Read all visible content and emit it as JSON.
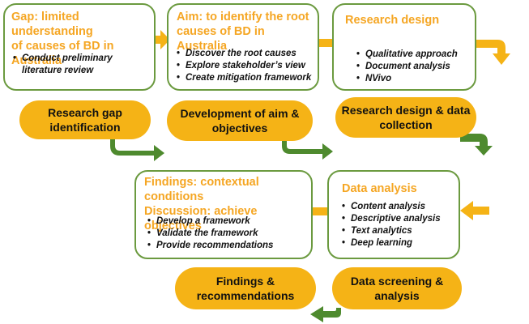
{
  "boxes": {
    "gap": {
      "title": [
        "Gap: limited understanding",
        "of causes of BD in Australia"
      ],
      "items": [
        "Conduct preliminary",
        "literature review"
      ]
    },
    "aim": {
      "title": [
        "Aim: to identify the root",
        "causes of BD in Australia"
      ],
      "items": [
        "Discover the root causes",
        "Explore stakeholder’s view",
        "Create mitigation framework"
      ]
    },
    "design": {
      "title": [
        "Research design"
      ],
      "items": [
        "Qualitative approach",
        "Document analysis",
        "NVivo"
      ]
    },
    "findings": {
      "title": [
        "Findings: contextual conditions",
        "Discussion: achieve objectives"
      ],
      "items": [
        "Develop a framework",
        "Validate the framework",
        "Provide recommendations"
      ]
    },
    "analysis": {
      "title": [
        "Data analysis"
      ],
      "items": [
        "Content analysis",
        "Descriptive analysis",
        "Text analytics",
        "Deep learning"
      ]
    }
  },
  "stages": {
    "gap_identification": [
      "Research gap",
      "identification"
    ],
    "aim_objectives": [
      "Development of aim &",
      "objectives"
    ],
    "design_collection": [
      "Research design & data",
      "collection"
    ],
    "findings_recommendations": [
      "Findings &",
      "recommendations"
    ],
    "screening_analysis": [
      "Data screening &",
      "analysis"
    ]
  },
  "colors": {
    "accent": "#f5a623",
    "stage_fill": "#f5b316",
    "border": "#6b9a3f",
    "green_arrow": "#4e8a2e"
  }
}
